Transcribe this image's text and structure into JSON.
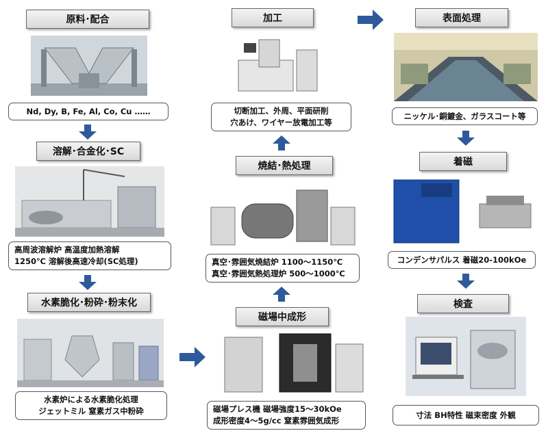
{
  "colors": {
    "arrow": "#2e5a9c",
    "box_border": "#555555",
    "title_bg": "#e6e6e6"
  },
  "steps": {
    "raw": {
      "title": "原料･配合",
      "desc": [
        "Nd, Dy, B, Fe, Al, Co, Cu ……"
      ]
    },
    "melt": {
      "title": "溶解･合金化･SC",
      "desc": [
        "高周波溶解炉 高温度加熱溶解",
        "1250℃ 溶解後高速冷却(SC処理)"
      ]
    },
    "hydrogen": {
      "title": "水素脆化･粉砕･粉末化",
      "desc": [
        "水素炉による水素脆化処理",
        "ジェットミル 窒素ガス中粉砕"
      ]
    },
    "press": {
      "title": "磁場中成形",
      "desc": [
        "磁場プレス機 磁場強度15～30kOe",
        "成形密度4～5g/cc 窒素雰囲気成形"
      ]
    },
    "sinter": {
      "title": "焼結･熱処理",
      "desc": [
        "真空･雰囲気焼結炉 1100～1150℃",
        "真空･雰囲気熱処理炉 500～1000℃"
      ]
    },
    "machining": {
      "title": "加工",
      "desc": [
        "切断加工、外周、平面研削",
        "穴あけ、ワイヤー放電加工等"
      ]
    },
    "surface": {
      "title": "表面処理",
      "desc": [
        "ニッケル･銅鍍金、ガラスコート等"
      ]
    },
    "magnetize": {
      "title": "着磁",
      "desc": [
        "コンデンサパルス 着磁20-100kOe"
      ]
    },
    "inspect": {
      "title": "検査",
      "desc": [
        "寸法 BH特性 磁束密度 外観"
      ]
    }
  }
}
